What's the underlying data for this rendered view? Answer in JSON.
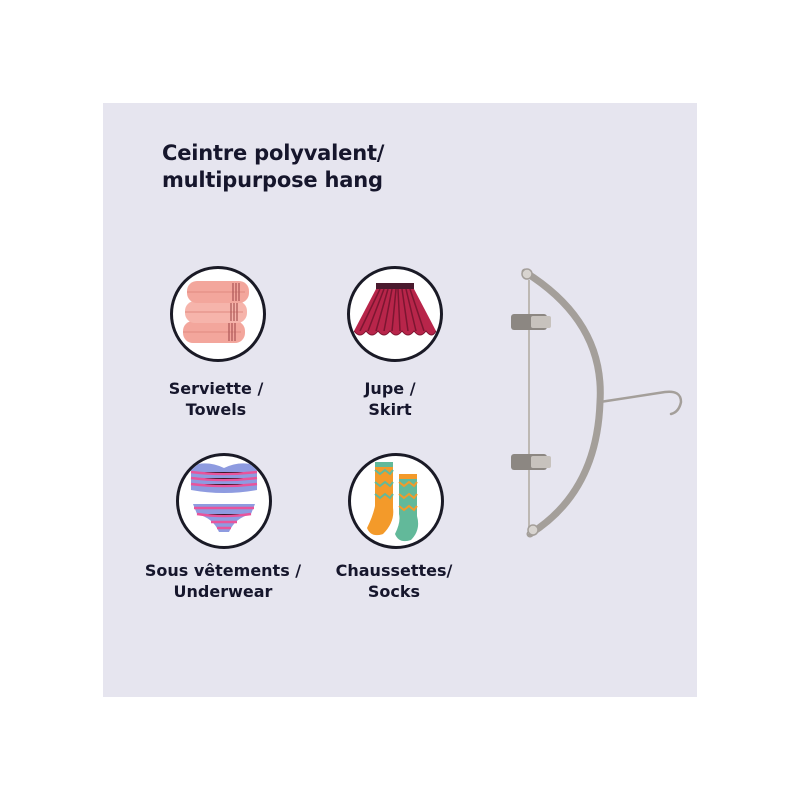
{
  "title": {
    "line1": "Ceintre polyvalent/",
    "line2": "multipurpose hang"
  },
  "items": [
    {
      "line1": "Serviette /",
      "line2": "Towels",
      "icon": "towels-icon"
    },
    {
      "line1": "Jupe /",
      "line2": "Skirt",
      "icon": "skirt-icon"
    },
    {
      "line1": "Sous vêtements /",
      "line2": "Underwear",
      "icon": "underwear-icon"
    },
    {
      "line1": "Chaussettes/",
      "line2": "Socks",
      "icon": "socks-icon"
    }
  ],
  "colors": {
    "background_panel": "#e6e5ef",
    "title_text": "#16162c",
    "towel_pink": "#f3a69c",
    "skirt_red": "#b8254a",
    "underwear_pink": "#e8549c",
    "underwear_stripe": "#8e9be0",
    "sock_orange": "#f39a2a",
    "sock_green": "#62b99a",
    "hanger_gray": "#a49f9a"
  }
}
